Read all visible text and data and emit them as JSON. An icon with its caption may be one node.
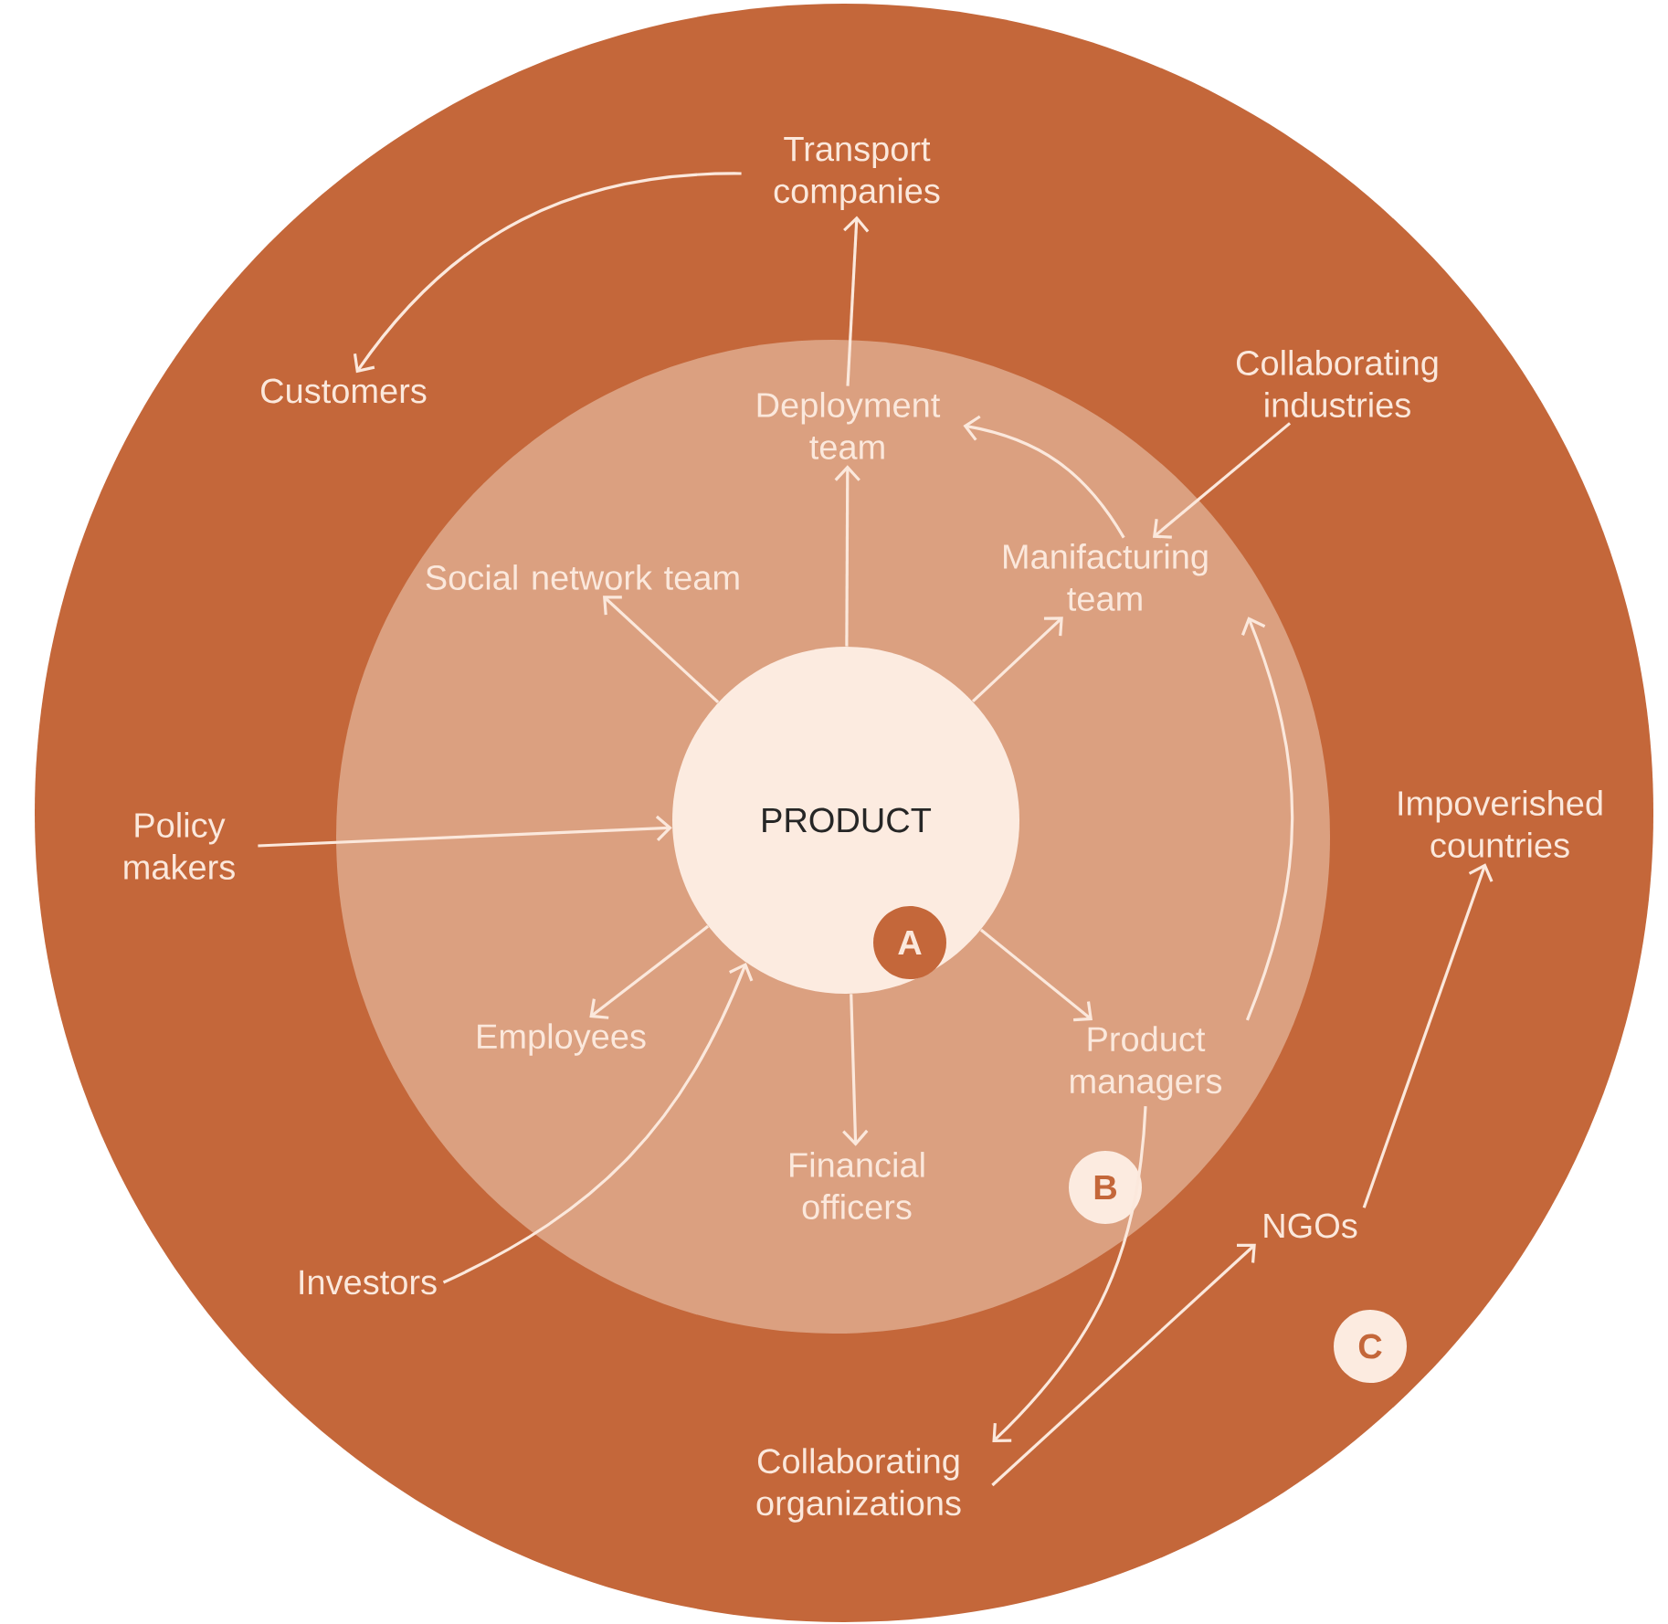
{
  "diagram": {
    "nodes": [
      {
        "text": [],
        "shape": "circle"
      },
      {
        "text": [],
        "shape": "circle",
        "in": 0
      },
      {
        "text": [
          "PRODUCT"
        ],
        "in": 1
      },
      {
        "text": [
          "A"
        ],
        "in": 2
      },
      {
        "text": [
          "Transport companies"
        ],
        "in": 0
      },
      {
        "text": [
          "Customers"
        ],
        "in": 0
      },
      {
        "text": [
          "Collaborating industries"
        ],
        "in": 0
      },
      {
        "text": [
          "Deployment team"
        ],
        "in": 1
      },
      {
        "text": [
          "Social network team"
        ],
        "in": 1
      },
      {
        "text": [
          "Manifacturing team"
        ],
        "in": 1
      },
      {
        "text": [
          "Policy makers"
        ],
        "in": 0
      },
      {
        "text": [
          "Impoverished countries"
        ],
        "in": 0
      },
      {
        "text": [
          "Employees"
        ],
        "in": 1
      },
      {
        "text": [
          "Product managers"
        ],
        "in": 1
      },
      {
        "text": [
          "Financial officers"
        ],
        "in": 1
      },
      {
        "text": [
          "B"
        ],
        "in": 1
      },
      {
        "text": [
          "Investors"
        ],
        "in": 0
      },
      {
        "text": [
          "NGOs"
        ],
        "in": 0
      },
      {
        "text": [
          "C"
        ],
        "in": 0
      },
      {
        "text": [
          "Collaborating organizations"
        ],
        "in": 0
      }
    ],
    "edges": [
      {
        "from": 4,
        "to": 5,
        "arrow": "to"
      },
      {
        "from": 7,
        "to": 4,
        "arrow": "to"
      },
      {
        "from": 2,
        "to": 7,
        "arrow": "to"
      },
      {
        "from": 2,
        "to": 8,
        "arrow": "to"
      },
      {
        "from": 2,
        "to": 9,
        "arrow": "to"
      },
      {
        "from": 9,
        "to": 7,
        "arrow": "to"
      },
      {
        "from": 6,
        "to": 9,
        "arrow": "to"
      },
      {
        "from": 10,
        "to": 2,
        "arrow": "to"
      },
      {
        "from": 2,
        "to": 12,
        "arrow": "to"
      },
      {
        "from": 2,
        "to": 14,
        "arrow": "to"
      },
      {
        "from": 2,
        "to": 13,
        "arrow": "to"
      },
      {
        "from": 13,
        "to": 9,
        "arrow": "to"
      },
      {
        "from": 16,
        "to": 2,
        "arrow": "to"
      },
      {
        "from": 13,
        "to": 19,
        "arrow": "to"
      },
      {
        "from": 19,
        "to": 17,
        "arrow": "to"
      },
      {
        "from": 17,
        "to": 11,
        "arrow": "to"
      }
    ]
  }
}
